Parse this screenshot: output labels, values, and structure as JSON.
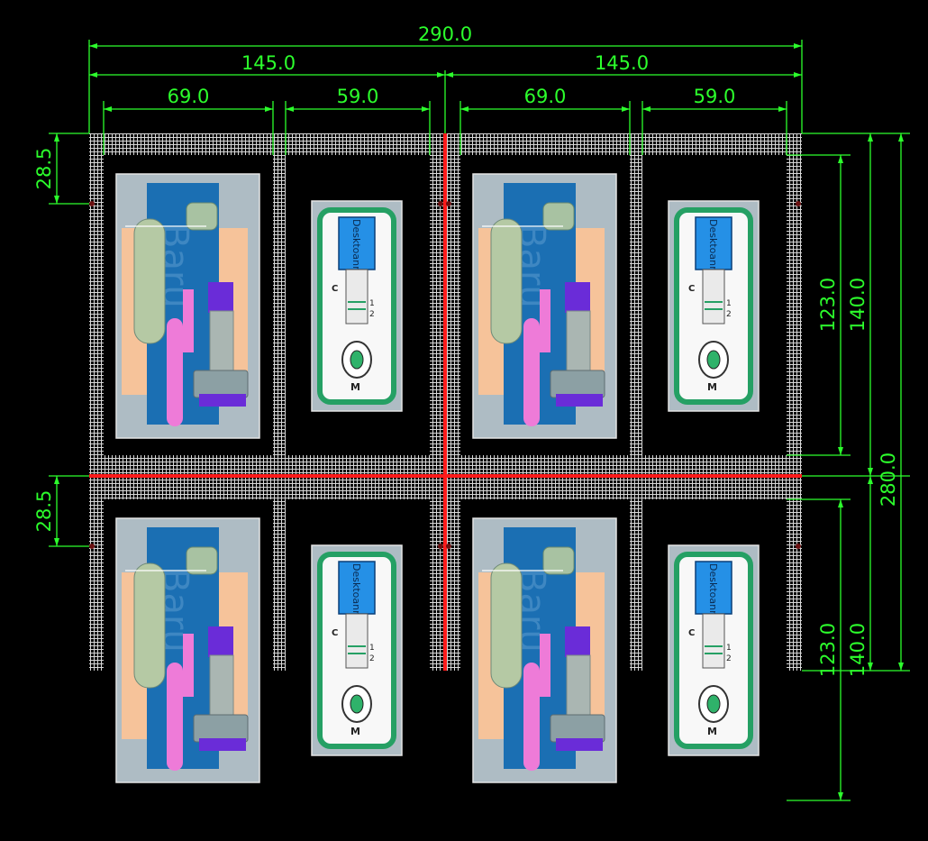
{
  "dimensions": {
    "total_width": "290.0",
    "half_width_left": "145.0",
    "half_width_right": "145.0",
    "q1_cavity_a": "69.0",
    "q1_cavity_b": "59.0",
    "q2_cavity_a": "69.0",
    "q2_cavity_b": "59.0",
    "offset_top": "28.5",
    "offset_bottom": "28.5",
    "cavity_h_top": "123.0",
    "pitch_h_top": "140.0",
    "cavity_h_bottom": "123.0",
    "pitch_h_bottom": "140.0",
    "total_height": "280.0"
  },
  "part_labels": {
    "housing_brand": "Baru",
    "device_brand": "Desktoann",
    "control_mark": "C",
    "test_mark_1": "1",
    "test_mark_2": "2",
    "sample_mark": "M"
  },
  "colors": {
    "background": "#000000",
    "dimension": "#2cff2c",
    "centerline": "#ff1a1a",
    "mesh": "#d8d8d8",
    "housing_blue": "#1b6fb3",
    "housing_peach": "#f6c39a",
    "slide_pink": "#ee7bd8",
    "piston_purple": "#6a2cd8",
    "cassette_green": "#25a064",
    "cassette_blue": "#2590e6"
  }
}
